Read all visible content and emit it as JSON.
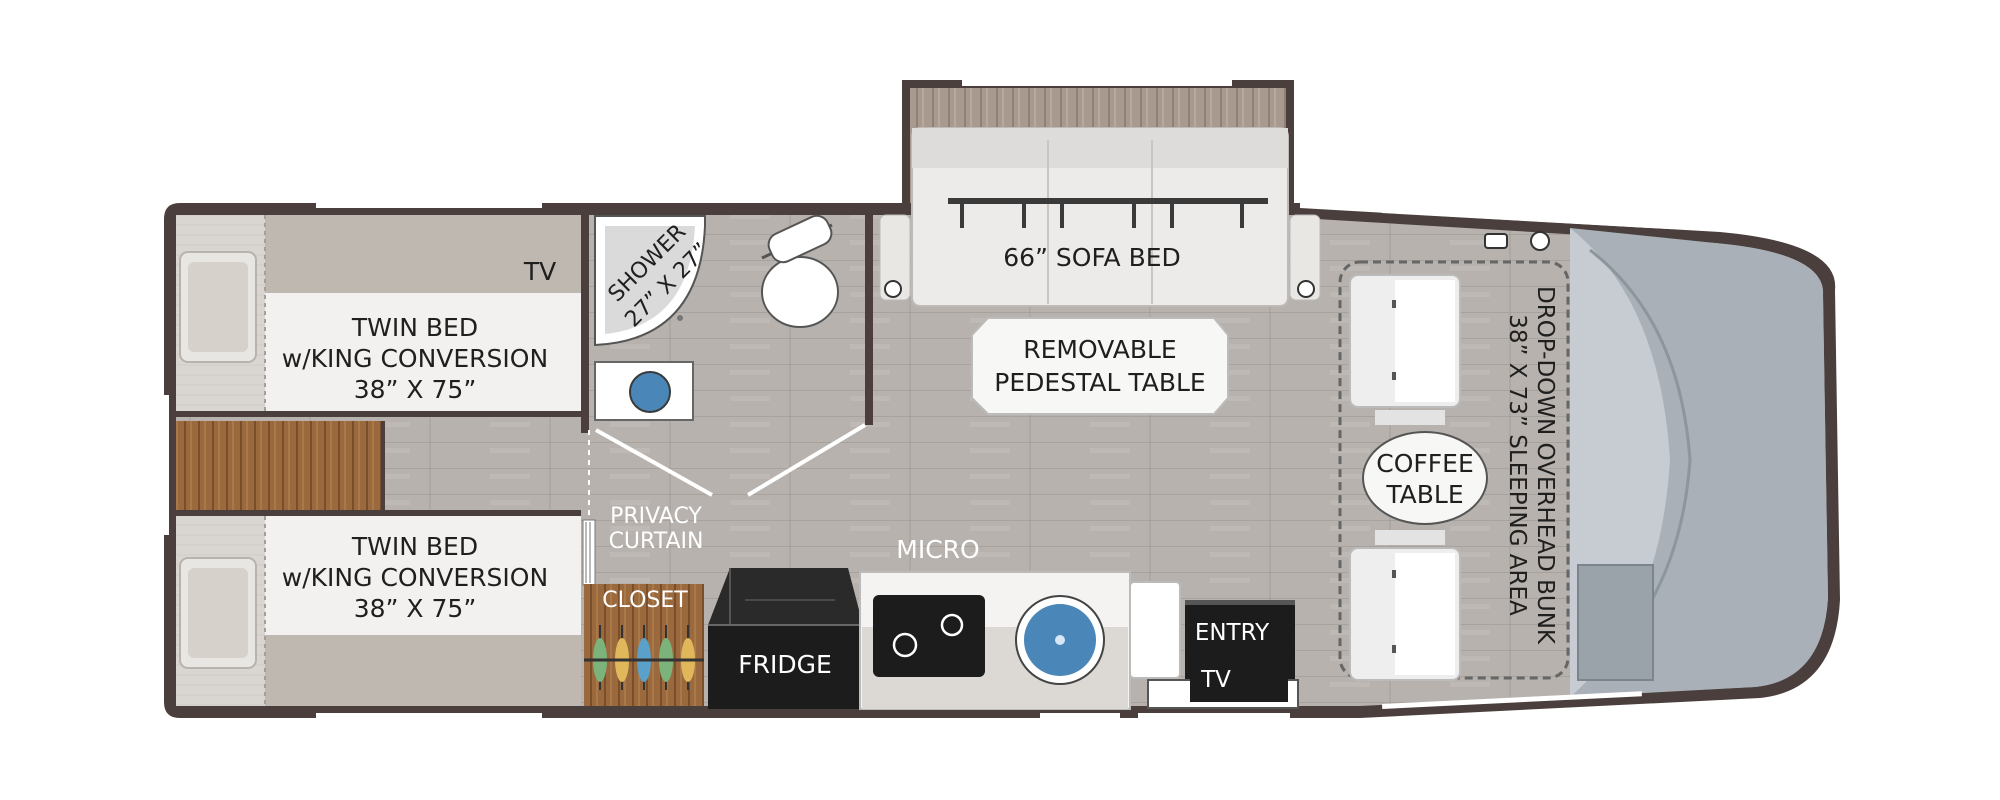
{
  "labels": {
    "tv_top": "TV",
    "twin_bed_top": [
      "TWIN BED",
      "w/KING CONVERSION",
      "38” X 75”"
    ],
    "twin_bed_bottom": [
      "TWIN BED",
      "w/KING CONVERSION",
      "38” X 75”"
    ],
    "shower": [
      "SHOWER",
      "27” X 27”"
    ],
    "sofa_bed": "66” SOFA BED",
    "pedestal_table": [
      "REMOVABLE",
      "PEDESTAL TABLE"
    ],
    "privacy_curtain": [
      "PRIVACY",
      "CURTAIN"
    ],
    "closet": "CLOSET",
    "fridge": "FRIDGE",
    "micro": "MICRO",
    "entry": "ENTRY",
    "tv_entry": "TV",
    "coffee_table": [
      "COFFEE",
      "TABLE"
    ],
    "bunk": [
      "DROP-DOWN OVERHEAD BUNK",
      "38” X 73” SLEEPING AREA"
    ]
  },
  "colors": {
    "wall": "#4a3f3c",
    "floor": "#b7b2ad",
    "bed": "#d9d6d2",
    "cab": "#a9b0b7",
    "wood": "#9a6a3e",
    "counter": "#f4f3f1",
    "appliance": "#1c1c1c"
  },
  "icons": {
    "toilet": "toilet-icon",
    "sink": "sink-icon",
    "stove": "cooktop-icon"
  }
}
